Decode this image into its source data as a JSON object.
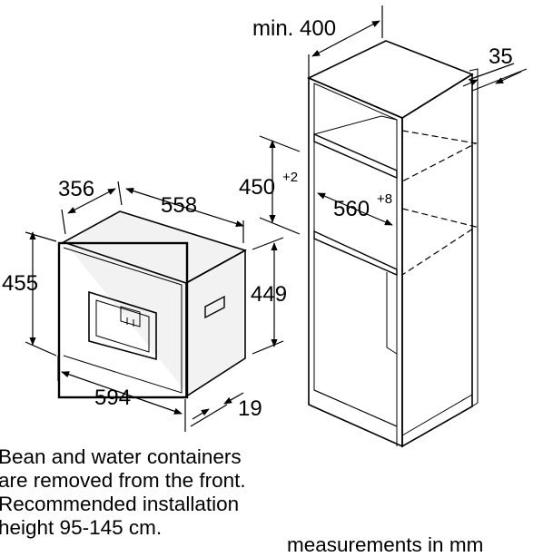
{
  "diagram": {
    "dimensions": {
      "oven_depth": "356",
      "oven_width_top": "558",
      "oven_height": "455",
      "oven_inner_height": "449",
      "oven_front_width": "594",
      "oven_front_depth": "19",
      "cabinet_min_depth": "min. 400",
      "cabinet_gap": "35",
      "niche_height": "450",
      "niche_height_tol": "+2",
      "niche_width": "560",
      "niche_width_tol": "+8"
    },
    "note_lines": [
      "Bean and water containers",
      "are removed from the front.",
      "Recommended installation",
      "height 95-145 cm."
    ],
    "units_caption": "measurements in mm"
  }
}
